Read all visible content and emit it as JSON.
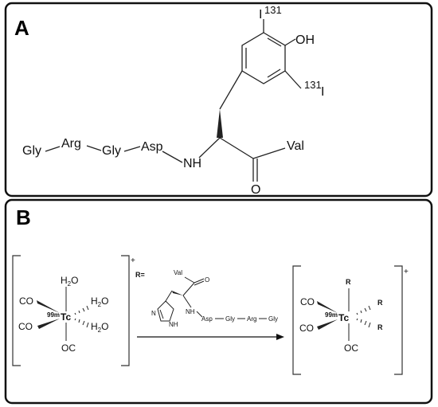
{
  "panels": {
    "a": {
      "letter": "A"
    },
    "b": {
      "letter": "B"
    }
  },
  "panel_a": {
    "iodine_top_mass": "131",
    "iodine_top_symbol": "I",
    "iodine_right_mass": "131",
    "iodine_right_symbol": "I",
    "hydroxyl": "OH",
    "peptide": [
      "Gly",
      "Arg",
      "Gly",
      "Asp"
    ],
    "nh": "NH",
    "val": "Val",
    "carbonyl_o": "O"
  },
  "panel_b": {
    "left_complex": {
      "metal_mass": "99m",
      "metal": "Tc",
      "top": "H",
      "top_sub": "2",
      "top_o": "O",
      "upper_left": "CO",
      "upper_right": "H",
      "upper_right_sub": "2",
      "upper_right_o": "O",
      "lower_left": "CO",
      "lower_right": "H",
      "lower_right_sub": "2",
      "lower_right_o": "O",
      "bottom": "OC",
      "charge": "+"
    },
    "r_label": "R=",
    "r_group": {
      "val": "Val",
      "o": "O",
      "n": "N",
      "nh": "NH",
      "nh_chain": "NH",
      "chain": [
        "Asp",
        "Gly",
        "Arg",
        "Gly"
      ]
    },
    "right_complex": {
      "metal_mass": "99m",
      "metal": "Tc",
      "top": "R",
      "upper_left": "CO",
      "upper_right": "R",
      "lower_left": "CO",
      "lower_right": "R",
      "bottom": "OC",
      "charge": "+"
    }
  }
}
